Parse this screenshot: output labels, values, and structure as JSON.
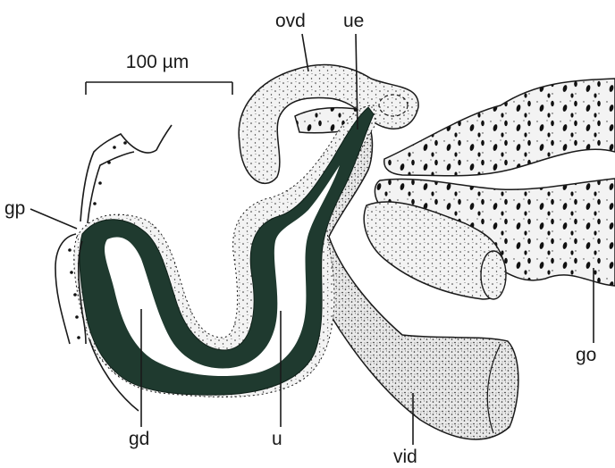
{
  "figure": {
    "scale_bar_label": "100 µm",
    "labels": {
      "ovd": "ovd",
      "ue": "ue",
      "gp": "gp",
      "gd": "gd",
      "u": "u",
      "vid": "vid",
      "go": "go"
    }
  },
  "colors": {
    "ink": "#1a1a1a",
    "duct_fill": "#1f3a2f",
    "stipple_bg": "#f2f2f2",
    "paper": "#ffffff"
  }
}
